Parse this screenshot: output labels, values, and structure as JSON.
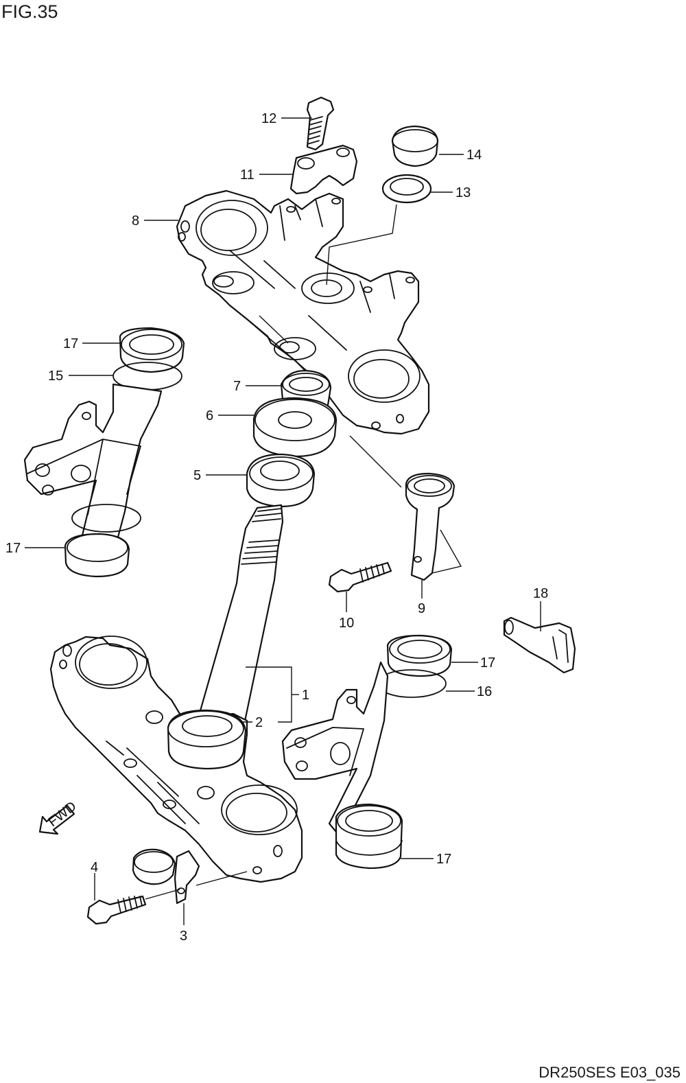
{
  "figure": {
    "title": "FIG.35",
    "code": "DR250SES E03_035"
  },
  "fwd_label": "FWD",
  "callouts": [
    {
      "id": "12",
      "text": "12"
    },
    {
      "id": "11",
      "text": "11"
    },
    {
      "id": "14",
      "text": "14"
    },
    {
      "id": "13",
      "text": "13"
    },
    {
      "id": "8",
      "text": "8"
    },
    {
      "id": "17a",
      "text": "17"
    },
    {
      "id": "15",
      "text": "15"
    },
    {
      "id": "7",
      "text": "7"
    },
    {
      "id": "6",
      "text": "6"
    },
    {
      "id": "5",
      "text": "5"
    },
    {
      "id": "17b",
      "text": "17"
    },
    {
      "id": "9",
      "text": "9"
    },
    {
      "id": "10",
      "text": "10"
    },
    {
      "id": "18",
      "text": "18"
    },
    {
      "id": "17c",
      "text": "17"
    },
    {
      "id": "16",
      "text": "16"
    },
    {
      "id": "1",
      "text": "1"
    },
    {
      "id": "2",
      "text": "2"
    },
    {
      "id": "17d",
      "text": "17"
    },
    {
      "id": "4",
      "text": "4"
    },
    {
      "id": "3",
      "text": "3"
    }
  ]
}
